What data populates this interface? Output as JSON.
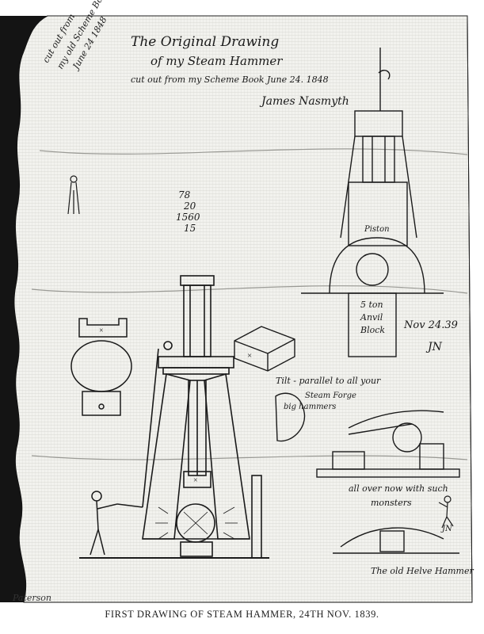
{
  "caption": "FIRST DRAWING OF STEAM HAMMER, 24TH NOV. 1839.",
  "engraver_signature": "Paterson",
  "drawing": {
    "title_line1": "The Original Drawing",
    "title_line2": "of my Steam Hammer",
    "title_line3": "cut out from my Scheme Book June 24. 1848",
    "signature": "James Nasmyth",
    "side_note": [
      "cut out from",
      "my old Scheme Book",
      "June 24 1848"
    ],
    "date": "Nov 24.39",
    "initials": "JN",
    "notes": [
      "Tilt - parallel to all your",
      "Steam Forge",
      "big hammers",
      "all over now with such",
      "monsters",
      "The old Helve Hammer",
      "5 ton",
      "Anvil",
      "Block",
      "Piston"
    ],
    "sums": [
      "78",
      "20",
      "1560",
      "15"
    ]
  },
  "colors": {
    "ink": "#1a1a1a",
    "paper": "#f4f4f0",
    "border": "#111111"
  }
}
